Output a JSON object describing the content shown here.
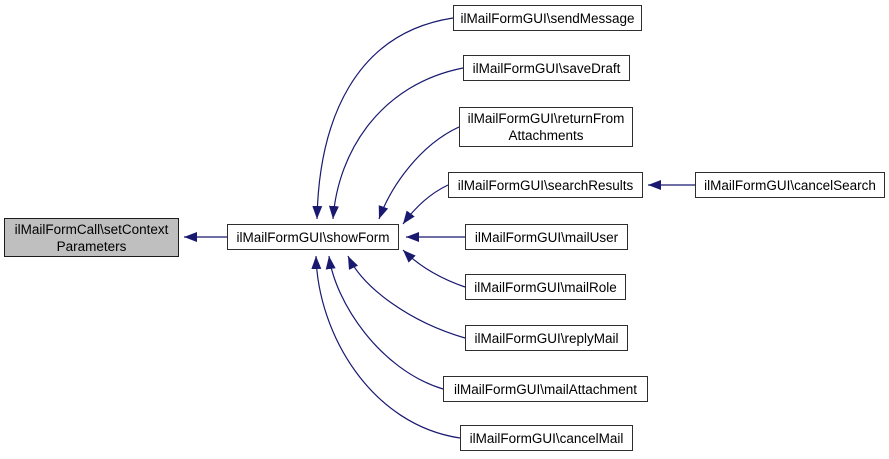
{
  "diagram": {
    "type": "call-graph",
    "colors": {
      "edge": "#191970",
      "node_fill": "#ffffff",
      "node_border": "#2e2e2e",
      "highlight_fill": "#bfbfbf",
      "background": "#ffffff"
    },
    "nodes": {
      "setContextParameters": {
        "line1": "ilMailFormCall\\setContext",
        "line2": "Parameters",
        "highlighted": true
      },
      "showForm": {
        "label": "ilMailFormGUI\\showForm"
      },
      "sendMessage": {
        "label": "ilMailFormGUI\\sendMessage"
      },
      "saveDraft": {
        "label": "ilMailFormGUI\\saveDraft"
      },
      "returnFromAttachments": {
        "line1": "ilMailFormGUI\\returnFrom",
        "line2": "Attachments"
      },
      "searchResults": {
        "label": "ilMailFormGUI\\searchResults"
      },
      "cancelSearch": {
        "label": "ilMailFormGUI\\cancelSearch"
      },
      "mailUser": {
        "label": "ilMailFormGUI\\mailUser"
      },
      "mailRole": {
        "label": "ilMailFormGUI\\mailRole"
      },
      "replyMail": {
        "label": "ilMailFormGUI\\replyMail"
      },
      "mailAttachment": {
        "label": "ilMailFormGUI\\mailAttachment"
      },
      "cancelMail": {
        "label": "ilMailFormGUI\\cancelMail"
      }
    },
    "edges": [
      {
        "from": "showForm",
        "to": "setContextParameters"
      },
      {
        "from": "sendMessage",
        "to": "showForm"
      },
      {
        "from": "saveDraft",
        "to": "showForm"
      },
      {
        "from": "returnFromAttachments",
        "to": "showForm"
      },
      {
        "from": "searchResults",
        "to": "showForm"
      },
      {
        "from": "mailUser",
        "to": "showForm"
      },
      {
        "from": "mailRole",
        "to": "showForm"
      },
      {
        "from": "replyMail",
        "to": "showForm"
      },
      {
        "from": "mailAttachment",
        "to": "showForm"
      },
      {
        "from": "cancelMail",
        "to": "showForm"
      },
      {
        "from": "cancelSearch",
        "to": "searchResults"
      }
    ]
  }
}
